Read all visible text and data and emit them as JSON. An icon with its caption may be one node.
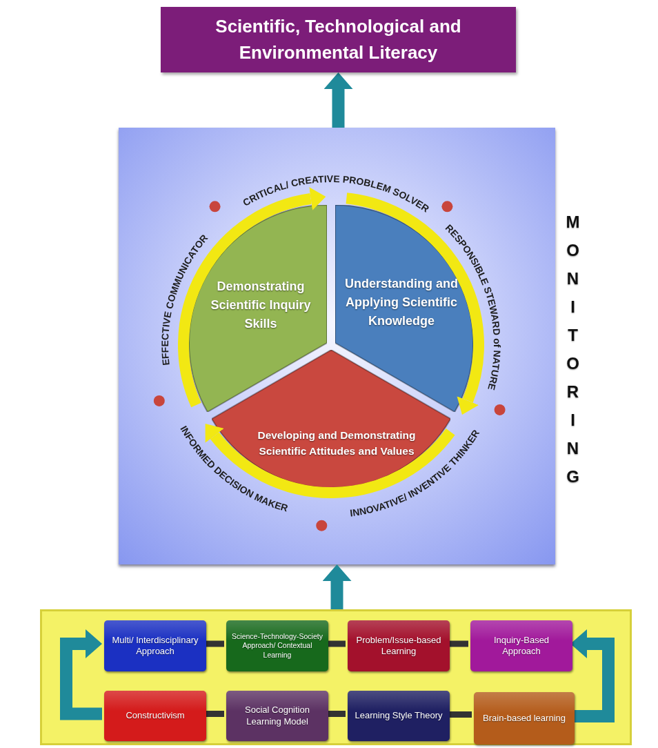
{
  "diagram": {
    "nodes": [
      {
        "text": [
          "Scientific, Technological and Environmental Literacy"
        ]
      },
      {
        "text": [],
        "shape": "box"
      },
      {
        "text": [
          "Demonstrating Scientific Inquiry Skills"
        ],
        "in": 1
      },
      {
        "text": [
          "Understanding and Applying Scientific Knowledge"
        ],
        "in": 1
      },
      {
        "text": [
          "Developing and Demonstrating Scientific Attitudes and Values"
        ],
        "in": 1
      },
      {
        "text": [],
        "shape": "box"
      },
      {
        "text": [
          "Multi/ Interdisciplinary Approach"
        ],
        "in": 5
      },
      {
        "text": [
          "Science-Technology-Society Approach/ Contextual Learning"
        ],
        "in": 5
      },
      {
        "text": [
          "Problem/Issue-based Learning"
        ],
        "in": 5
      },
      {
        "text": [
          "Inquiry-Based Approach"
        ],
        "in": 5
      },
      {
        "text": [
          "Constructivism"
        ],
        "in": 5
      },
      {
        "text": [
          "Social Cognition Learning Model"
        ],
        "in": 5
      },
      {
        "text": [
          "Learning Style Theory"
        ],
        "in": 5
      },
      {
        "text": [
          "Brain-based learning"
        ],
        "in": 5
      }
    ],
    "edges": [
      {
        "from": 5,
        "to": 1,
        "arrow": "to",
        "color": "#1f8a9a"
      },
      {
        "from": 1,
        "to": 0,
        "arrow": "to",
        "color": "#1f8a9a"
      },
      {
        "from": 2,
        "to": 3,
        "arrow": "to",
        "color": "#f2e813"
      },
      {
        "from": 3,
        "to": 4,
        "arrow": "to",
        "color": "#f2e813"
      },
      {
        "from": 4,
        "to": 2,
        "arrow": "to",
        "color": "#f2e813"
      },
      {
        "from": 6,
        "to": 7,
        "arrow": "none"
      },
      {
        "from": 7,
        "to": 8,
        "arrow": "none"
      },
      {
        "from": 8,
        "to": 9,
        "arrow": "none"
      },
      {
        "from": 10,
        "to": 11,
        "arrow": "none"
      },
      {
        "from": 11,
        "to": 12,
        "arrow": "none"
      },
      {
        "from": 12,
        "to": 13,
        "arrow": "none"
      },
      {
        "from": 10,
        "to": 6,
        "arrow": "to",
        "color": "#1f8a9a"
      },
      {
        "from": 13,
        "to": 9,
        "arrow": "to",
        "color": "#1f8a9a"
      }
    ],
    "labels": [
      "CRITICAL/ CREATIVE PROBLEM SOLVER",
      "EFFECTIVE COMMUNICATOR",
      "RESPONSIBLE STEWARD of NATURE",
      "MONITORING",
      "INFORMED DECISION MAKER",
      "INNOVATIVE/ INVENTIVE THINKER"
    ]
  }
}
